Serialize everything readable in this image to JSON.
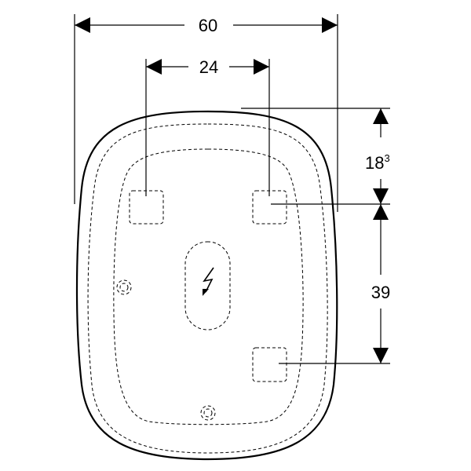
{
  "dimensions": {
    "overall_width": "60",
    "fixing_spacing": "24",
    "top_offset": "18",
    "top_offset_sup": "3",
    "vertical_spacing": "39"
  },
  "icons": {
    "power": "lightning-icon"
  },
  "colors": {
    "line": "#000000",
    "background": "#ffffff"
  }
}
